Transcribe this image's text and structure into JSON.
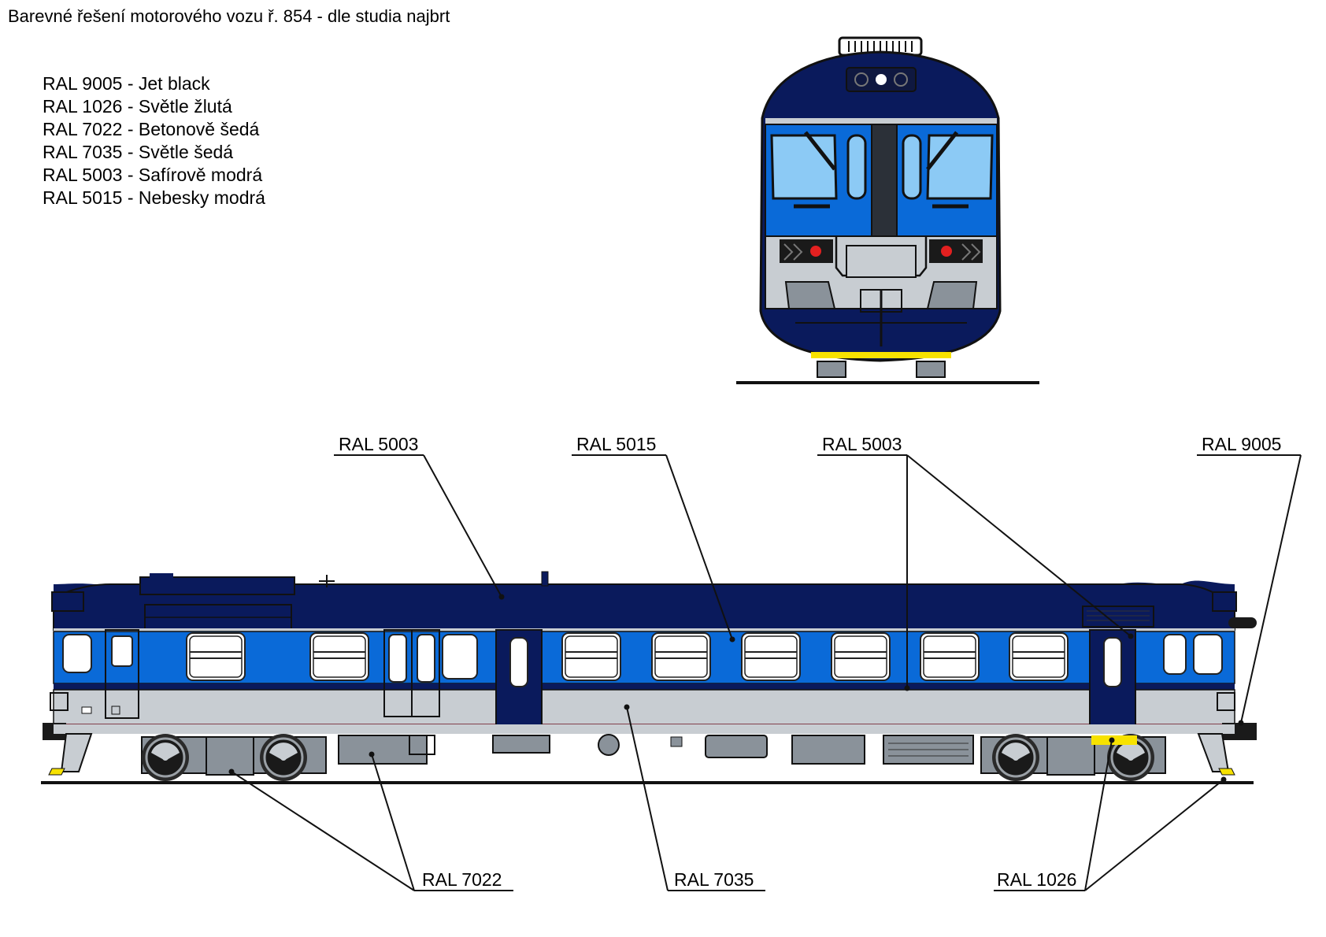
{
  "title": "Barevné řešení motorového vozu ř. 854 - dle studia najbrt",
  "legend": [
    "RAL 9005 - Jet black",
    "RAL 1026 - Světle žlutá",
    "RAL 7022 - Betonově šedá",
    "RAL 7035 - Světle šedá",
    "RAL 5003 - Safírově modrá",
    "RAL 5015 - Nebesky modrá"
  ],
  "callouts": {
    "roof": "RAL 5003",
    "band": "RAL 5015",
    "doors": "RAL 5003",
    "buffer": "RAL 9005",
    "bogie": "RAL 7022",
    "skirt": "RAL 7035",
    "steps": "RAL 1026"
  },
  "palette": {
    "sapphire": "#0a1a5c",
    "sky": "#0a6ad8",
    "concrete": "#8a929a",
    "lightgrey": "#c8cdd2",
    "black": "#141414",
    "yellow": "#f7e200",
    "glass": "#8ccaf5"
  }
}
